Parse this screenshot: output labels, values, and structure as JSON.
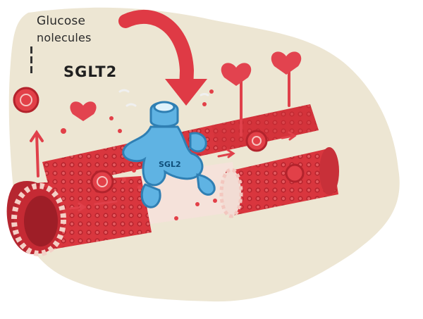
{
  "labels": {
    "glucose_line1": "Glucose",
    "glucose_line2": "nolecules",
    "sglt2_title": "SGLT2",
    "sglt2_protein": "SGL2"
  },
  "colors": {
    "background_blob": "#ede6d3",
    "vessel_red": "#d9363e",
    "vessel_dark": "#b22a33",
    "vessel_lumen": "#f7e7df",
    "cell_dot": "#f6d6cf",
    "arrow_red": "#e0404a",
    "sglt2_blue": "#5fb3e3",
    "sglt2_dark": "#2f7fb3",
    "heart_red": "#e2434f"
  },
  "icons": [
    "down-arrow-icon",
    "heart-icon",
    "up-arrow-icon",
    "flow-arrow-icon",
    "glucose-molecule-icon",
    "sglt2-transporter-icon"
  ]
}
